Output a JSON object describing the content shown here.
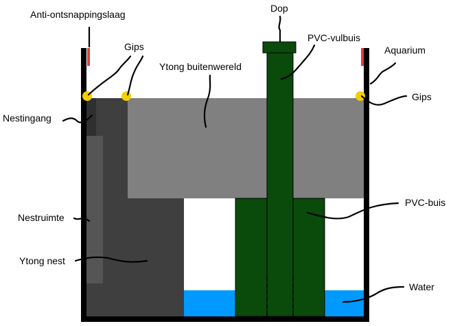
{
  "labels": {
    "anti_escape": "Anti-ontsnappingslaag",
    "plaster_left": "Gips",
    "plaster_right": "Gips",
    "cap": "Dop",
    "fill_tube": "PVC-vulbuis",
    "aquarium": "Aquarium",
    "ytong_outside": "Ytong buitenwereld",
    "nest_entrance": "Nestingang",
    "nest_space": "Nestruimte",
    "ytong_nest": "Ytong nest",
    "pvc_pipe": "PVC-buis",
    "water": "Water"
  },
  "colors": {
    "aquarium_wall": "#000000",
    "anti_escape_layer": "#e8394a",
    "plaster": "#f2d000",
    "ytong_outside": "#808080",
    "ytong_nest": "#3f3f3f",
    "nest_space": "#555555",
    "pvc": "#0a4a0a",
    "water": "#0099ff",
    "label_text": "#000000"
  }
}
